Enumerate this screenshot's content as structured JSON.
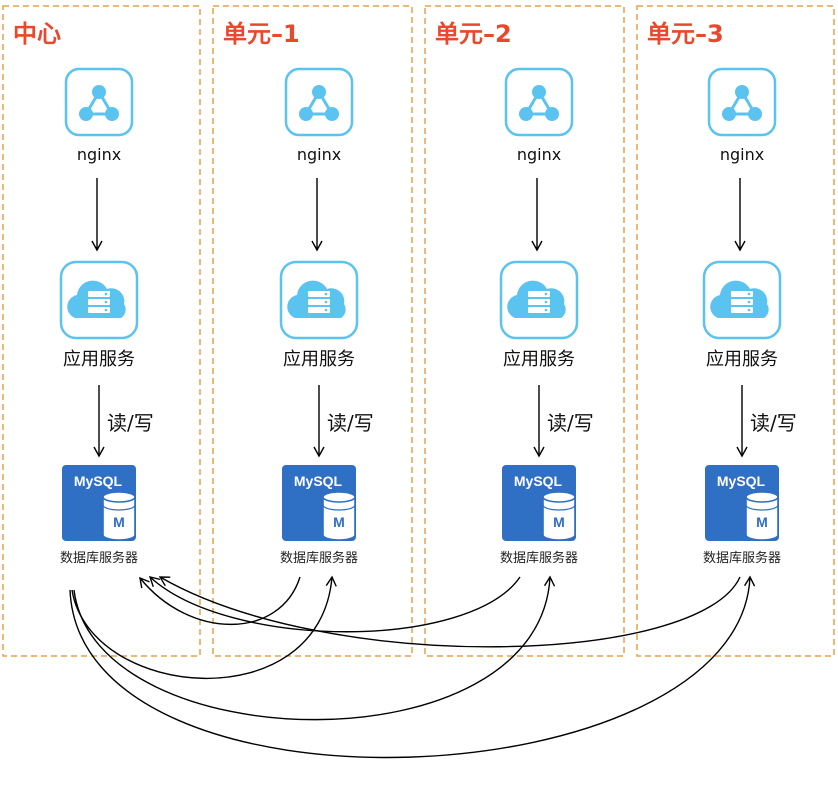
{
  "units": [
    {
      "title": "中心",
      "nginx": "nginx",
      "app": "应用服务",
      "rw": "读/写",
      "db": "数据库服务器",
      "mysql": "MySQL",
      "m": "M"
    },
    {
      "title": "单元–1",
      "nginx": "nginx",
      "app": "应用服务",
      "rw": "读/写",
      "db": "数据库服务器",
      "mysql": "MySQL",
      "m": "M"
    },
    {
      "title": "单元–2",
      "nginx": "nginx",
      "app": "应用服务",
      "rw": "读/写",
      "db": "数据库服务器",
      "mysql": "MySQL",
      "m": "M"
    },
    {
      "title": "单元–3",
      "nginx": "nginx",
      "app": "应用服务",
      "rw": "读/写",
      "db": "数据库服务器",
      "mysql": "MySQL",
      "m": "M"
    }
  ],
  "colors": {
    "title": "#e8492c",
    "border": "#e8a04a",
    "icon_frame": "#5bc3ef",
    "icon_fill": "#5bc3ef",
    "mysql": "#2f6fc4",
    "arrow": "#000000"
  },
  "icons": [
    "nginx-network-icon",
    "cloud-server-icon",
    "mysql-database-icon"
  ]
}
